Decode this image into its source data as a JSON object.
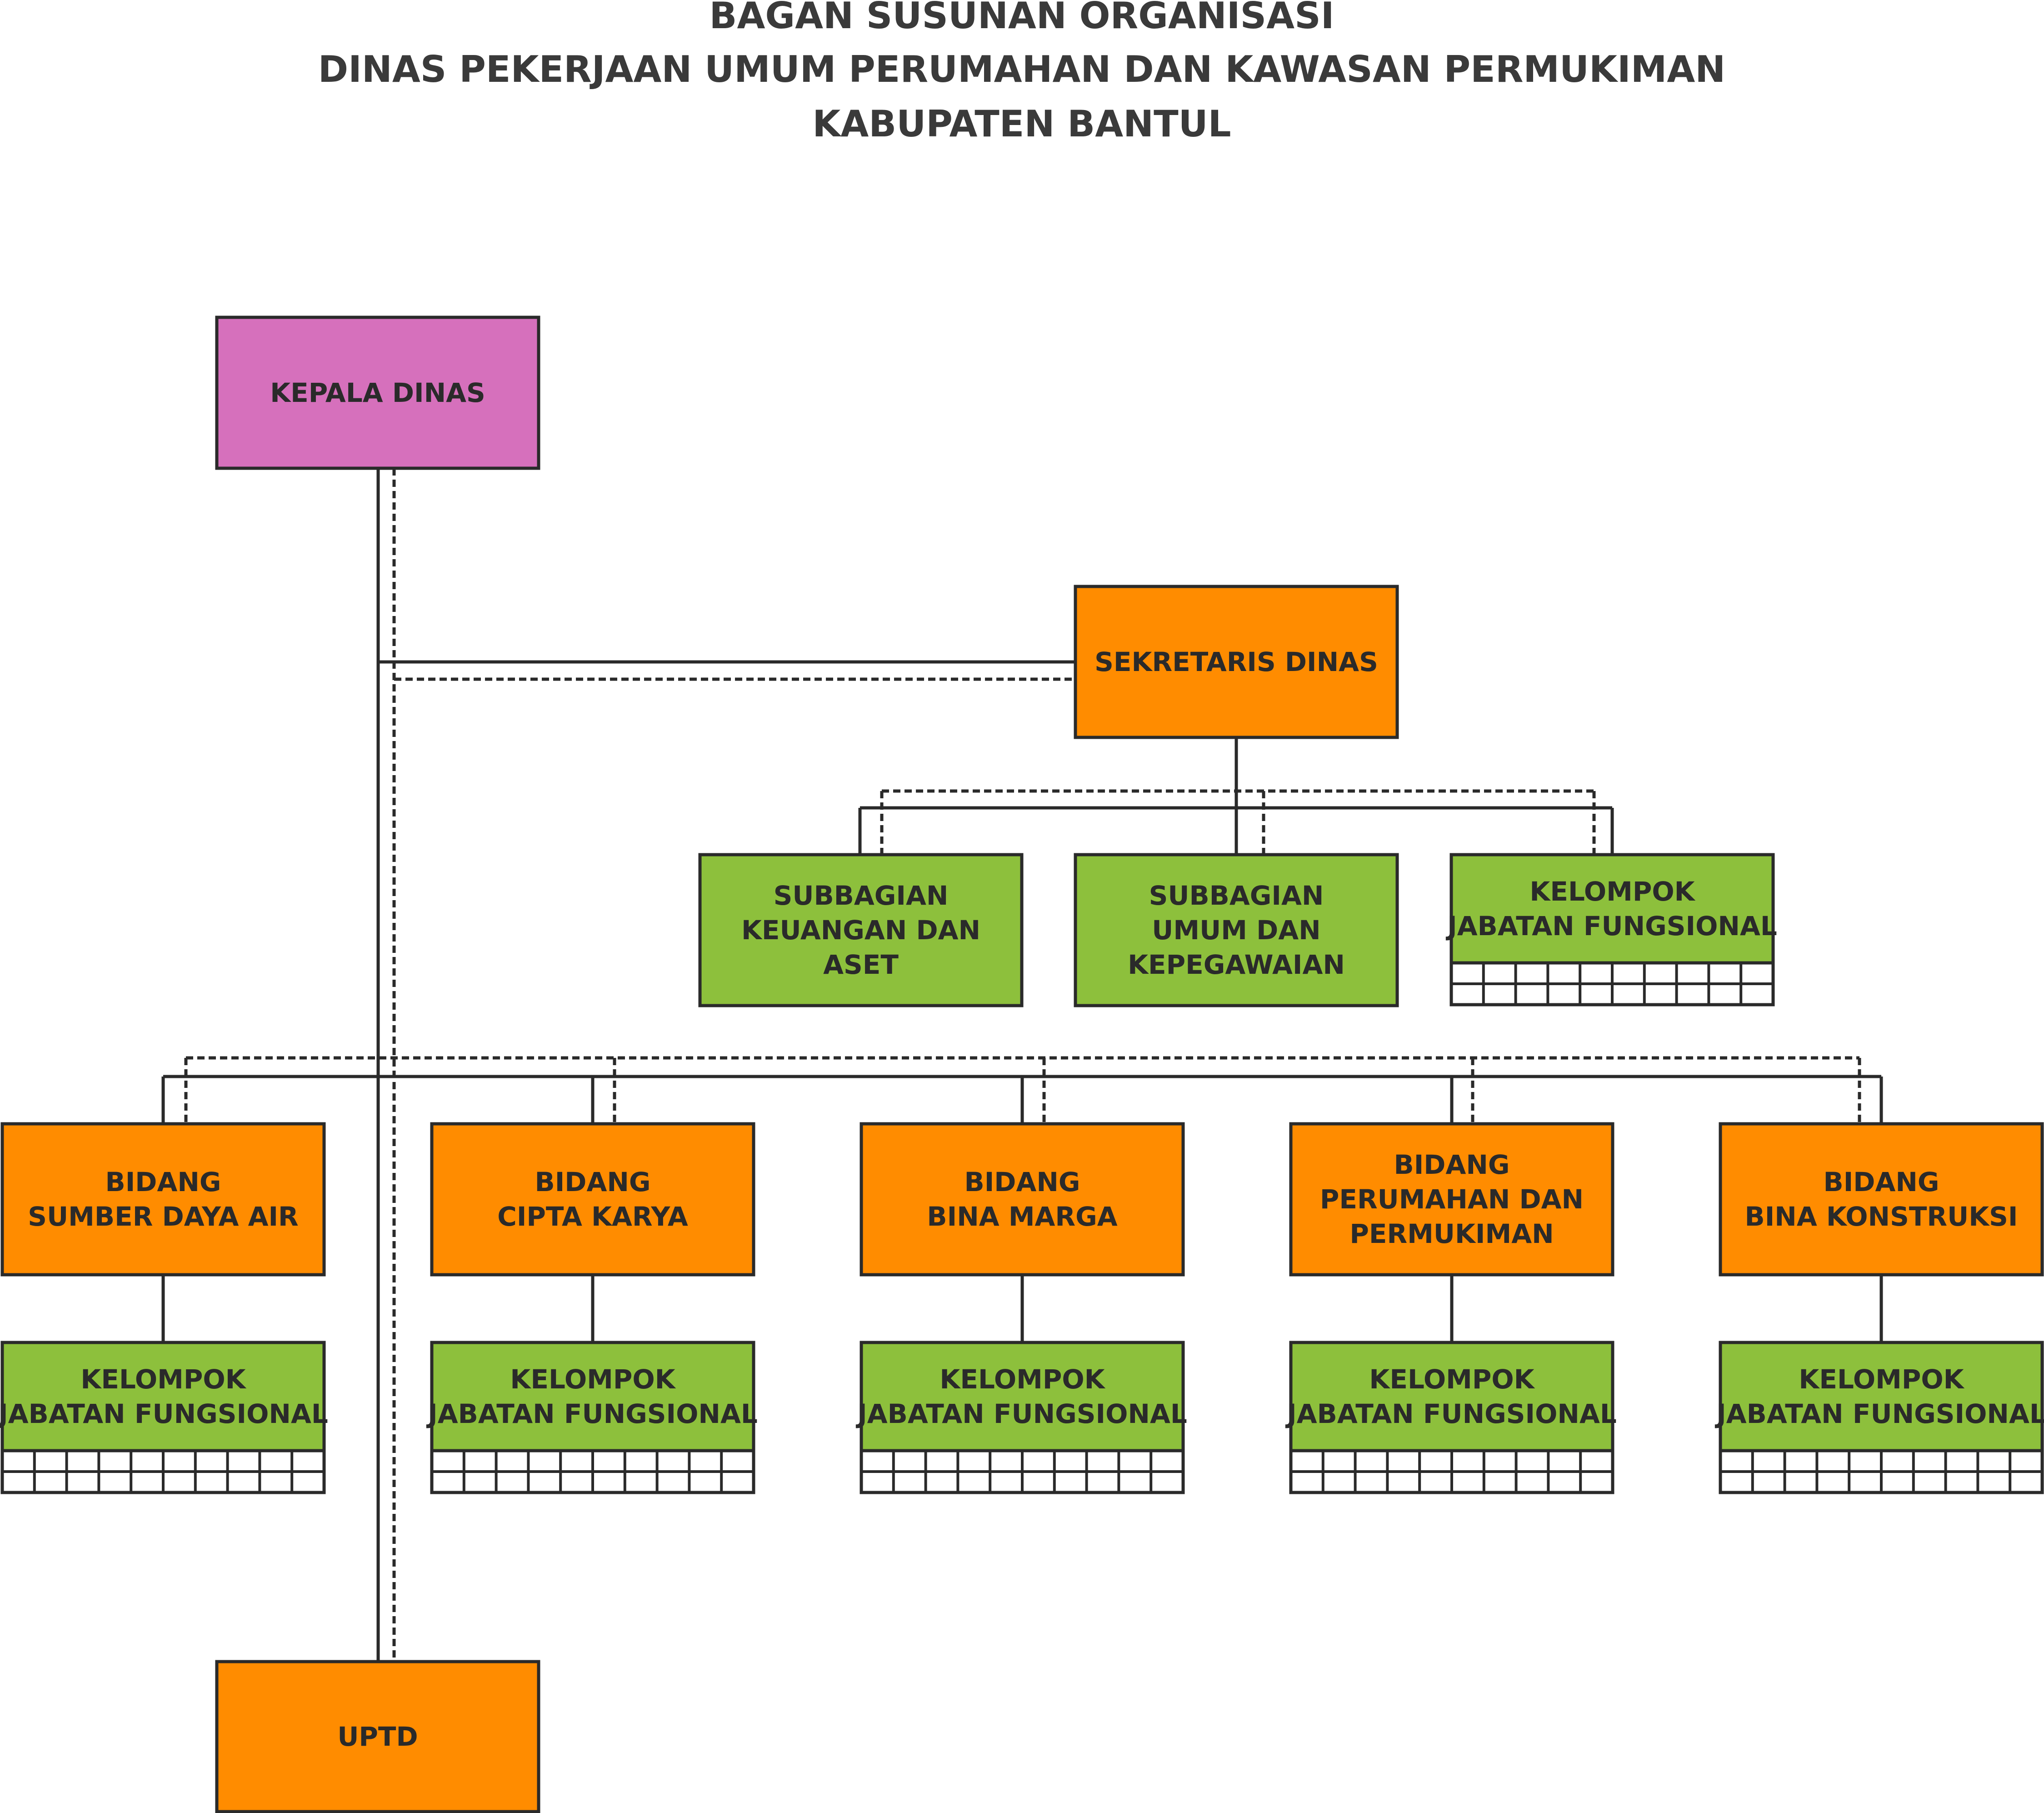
{
  "title": {
    "line1": "BAGAN SUSUNAN ORGANISASI",
    "line2": "DINAS PEKERJAAN UMUM PERUMAHAN DAN KAWASAN PERMUKIMAN",
    "line3": "KABUPATEN BANTUL"
  },
  "colors": {
    "head": "#d670bc",
    "orange": "#ff8c00",
    "green": "#8dc03c",
    "line": "#2a2a2a",
    "text": "#2a2a2a"
  },
  "nodes": {
    "kepala": {
      "lines": [
        "KEPALA DINAS"
      ],
      "color": "head"
    },
    "sekretaris": {
      "lines": [
        "SEKRETARIS DINAS"
      ],
      "color": "orange"
    },
    "sub_keuangan": {
      "lines": [
        "SUBBAGIAN",
        "KEUANGAN DAN",
        "ASET"
      ],
      "color": "green"
    },
    "sub_umum": {
      "lines": [
        "SUBBAGIAN",
        "UMUM DAN",
        "KEPEGAWAIAN"
      ],
      "color": "green"
    },
    "kjf_sekretariat": {
      "lines": [
        "KELOMPOK",
        "JABATAN FUNGSIONAL"
      ],
      "color": "green",
      "grid": true
    },
    "bidang_sda": {
      "lines": [
        "BIDANG",
        "SUMBER DAYA AIR"
      ],
      "color": "orange"
    },
    "bidang_ck": {
      "lines": [
        "BIDANG",
        "CIPTA KARYA"
      ],
      "color": "orange"
    },
    "bidang_bm": {
      "lines": [
        "BIDANG",
        "BINA MARGA"
      ],
      "color": "orange"
    },
    "bidang_pp": {
      "lines": [
        "BIDANG",
        "PERUMAHAN DAN",
        "PERMUKIMAN"
      ],
      "color": "orange"
    },
    "bidang_bk": {
      "lines": [
        "BIDANG",
        "BINA KONSTRUKSI"
      ],
      "color": "orange"
    },
    "kjf_sda": {
      "lines": [
        "KELOMPOK",
        "JABATAN FUNGSIONAL"
      ],
      "color": "green",
      "grid": true
    },
    "kjf_ck": {
      "lines": [
        "KELOMPOK",
        "JABATAN FUNGSIONAL"
      ],
      "color": "green",
      "grid": true
    },
    "kjf_bm": {
      "lines": [
        "KELOMPOK",
        "JABATAN FUNGSIONAL"
      ],
      "color": "green",
      "grid": true
    },
    "kjf_pp": {
      "lines": [
        "KELOMPOK",
        "JABATAN FUNGSIONAL"
      ],
      "color": "green",
      "grid": true
    },
    "kjf_bk": {
      "lines": [
        "KELOMPOK",
        "JABATAN FUNGSIONAL"
      ],
      "color": "green",
      "grid": true
    },
    "uptd": {
      "lines": [
        "UPTD"
      ],
      "color": "orange"
    }
  },
  "edges": [
    {
      "from": "kepala",
      "to": "sekretaris",
      "kind": "command"
    },
    {
      "from": "kepala",
      "to": "sekretaris",
      "kind": "coordination"
    },
    {
      "from": "sekretaris",
      "to": "sub_keuangan",
      "kind": "command"
    },
    {
      "from": "sekretaris",
      "to": "sub_umum",
      "kind": "command"
    },
    {
      "from": "sekretaris",
      "to": "kjf_sekretariat",
      "kind": "command"
    },
    {
      "from": "kepala",
      "to": "bidang_sda",
      "kind": "command"
    },
    {
      "from": "kepala",
      "to": "bidang_ck",
      "kind": "command"
    },
    {
      "from": "kepala",
      "to": "bidang_bm",
      "kind": "command"
    },
    {
      "from": "kepala",
      "to": "bidang_pp",
      "kind": "command"
    },
    {
      "from": "kepala",
      "to": "bidang_bk",
      "kind": "command"
    },
    {
      "from": "kepala",
      "to": "uptd",
      "kind": "command"
    },
    {
      "from": "bidang_sda",
      "to": "kjf_sda",
      "kind": "command"
    },
    {
      "from": "bidang_ck",
      "to": "kjf_ck",
      "kind": "command"
    },
    {
      "from": "bidang_bm",
      "to": "kjf_bm",
      "kind": "command"
    },
    {
      "from": "bidang_pp",
      "to": "kjf_pp",
      "kind": "command"
    },
    {
      "from": "bidang_bk",
      "to": "kjf_bk",
      "kind": "command"
    }
  ]
}
